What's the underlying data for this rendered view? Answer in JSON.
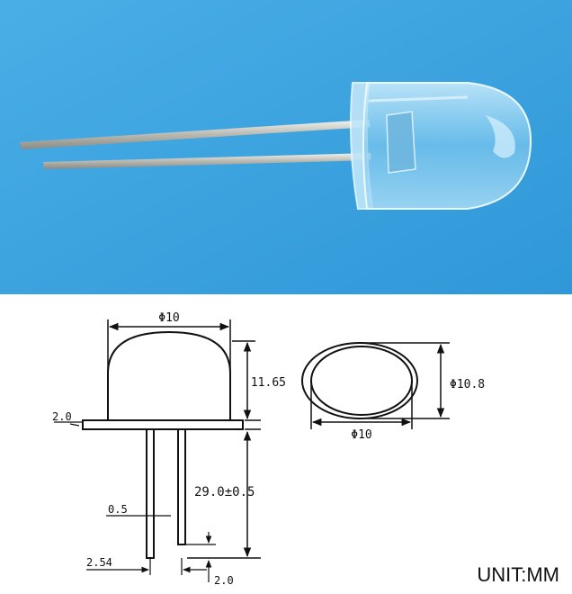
{
  "photo": {
    "background_color": "#3fa6e2",
    "subject": "10mm round-top LED, clear lens, two long leads"
  },
  "drawing": {
    "front_view": {
      "dia_label": "Φ10",
      "height_label": "11.65",
      "flange_label": "2.0",
      "lead_length_label": "29.0±0.5",
      "lead_width_label": "0.5",
      "pitch_label": "2.54",
      "lead_offset_label": "2.0"
    },
    "top_view": {
      "outer_dia_label": "Φ10.8",
      "inner_dia_label": "Φ10"
    }
  },
  "unit_label": "UNIT:MM"
}
